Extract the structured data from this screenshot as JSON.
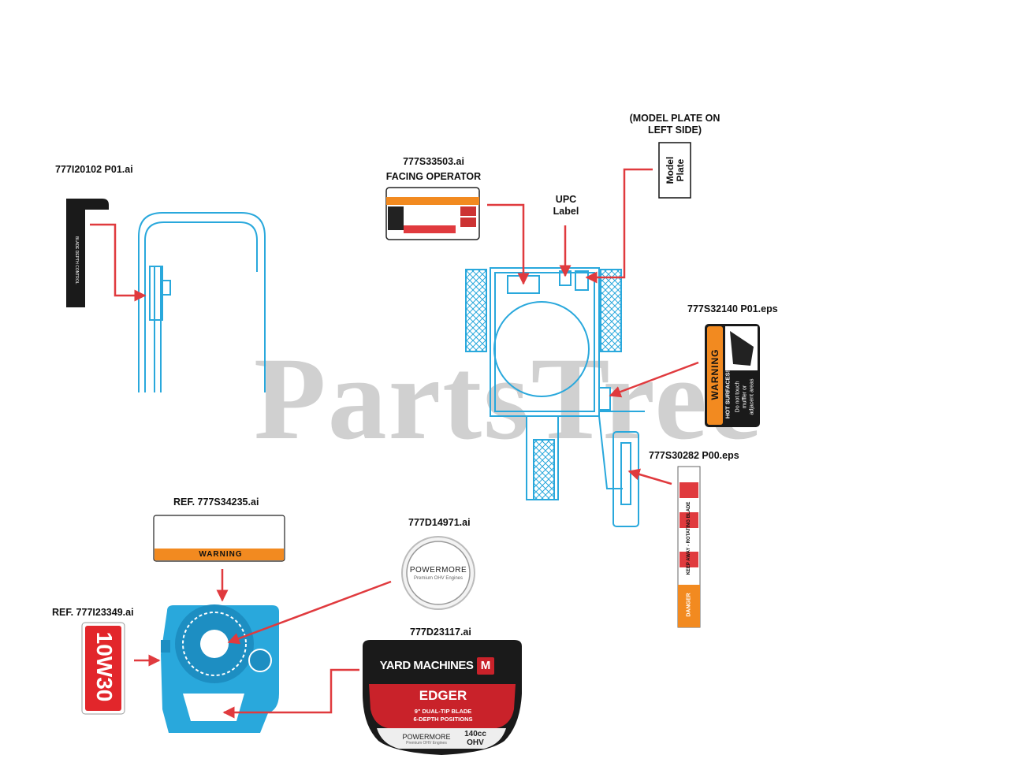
{
  "watermark": "PartsTree",
  "labels": {
    "handle_decal": "777I20102 P01.ai",
    "dash_decal_file": "777S33503.ai",
    "dash_decal_note": "FACING OPERATOR",
    "upc": "UPC\nLabel",
    "model_plate_note": "(MODEL PLATE ON\nLEFT SIDE)",
    "model_plate": "Model\nPlate",
    "hot_decal": "777S32140 P01.eps",
    "blade_decal": "777S30282 P00.eps",
    "engine_warning_ref": "REF.  777S34235.ai",
    "powermore_badge": "777D14971.ai",
    "oil_ref": "REF.  777I23349.ai",
    "yard_label": "777D23117.ai"
  },
  "decals": {
    "oil": "10W30",
    "powermore": "POWERMORE",
    "powermore_sub": "Premium OHV Engines",
    "brand": "YARD MACHINES",
    "brand_mark": "M",
    "product": "EDGER",
    "product_line1": "9\" DUAL-TIP BLADE",
    "product_line2": "6-DEPTH POSITIONS",
    "engine_size": "140cc",
    "engine_type": "OHV",
    "warning": "WARNING",
    "hot_title": "HOT SURFACES!",
    "hot_line1": "Do not touch",
    "hot_line2": "muffler or",
    "hot_line3": "adjacent areas",
    "danger": "DANGER",
    "blade_text": "KEEP AWAY - ROTATING BLADE"
  },
  "colors": {
    "outline": "#29a8dc",
    "arrow": "#e03a3e",
    "orange": "#f28a20",
    "decal_dark": "#1a1a1a",
    "oil_red": "#e2262b",
    "brand_red": "#c9222a"
  }
}
